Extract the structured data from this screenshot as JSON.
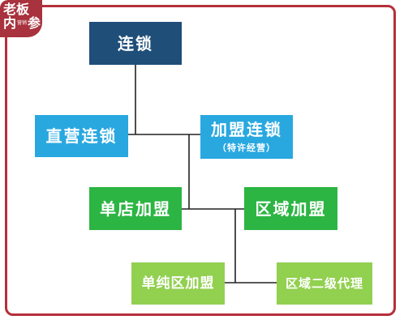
{
  "logo": {
    "line1": "老板",
    "line2_a": "内",
    "line2_mini": "营销",
    "line2_b": "参"
  },
  "nodes": {
    "root": "连锁",
    "direct": "直营连锁",
    "franchise": "加盟连锁",
    "franchise_note": "（特许经营）",
    "single_store": "单店加盟",
    "regional": "区域加盟",
    "pure_regional": "单纯区加盟",
    "secondary_agent": "区域二级代理"
  },
  "colors": {
    "border": "#b52f3b",
    "logo": "#a8323d",
    "level1": "#1f4e79",
    "level2": "#29a8e0",
    "level3": "#2cb543",
    "level4": "#92d050",
    "connector": "#222222"
  }
}
